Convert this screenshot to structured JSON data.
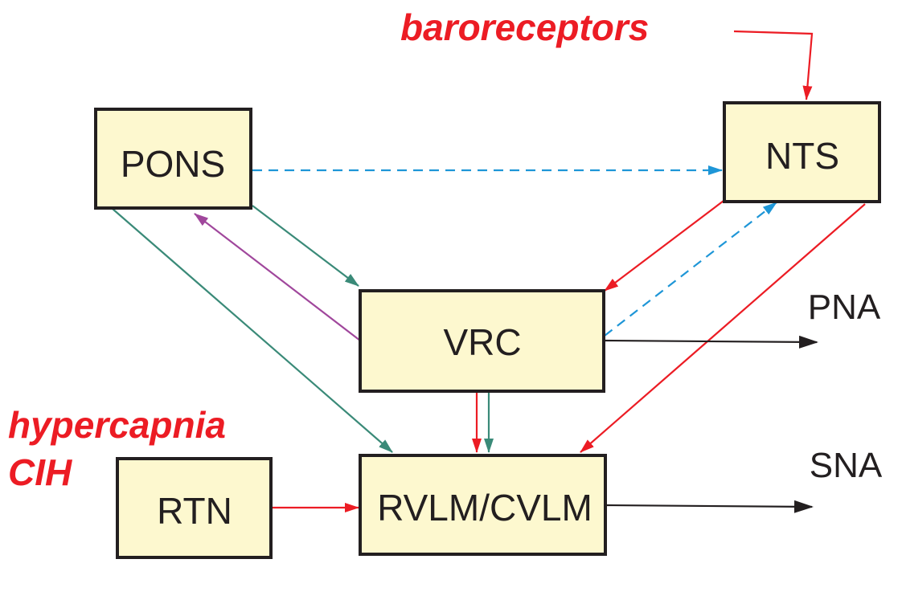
{
  "diagram": {
    "nodes": {
      "pons": "PONS",
      "nts": "NTS",
      "vrc": "VRC",
      "rtn": "RTN",
      "rvlm": "RVLM/CVLM"
    },
    "outputs": {
      "pna": "PNA",
      "sna": "SNA"
    },
    "inputs": {
      "baroreceptors": "baroreceptors",
      "hypercapnia": "hypercapnia",
      "cih": "CIH"
    },
    "colors": {
      "node_fill": "#fdf8cf",
      "border": "#231f20",
      "red": "#ec1c24",
      "teal": "#3a8a78",
      "purple": "#a0479c",
      "blue_dashed": "#1e96d7",
      "black": "#231f20"
    },
    "edges": [
      {
        "from": "baroreceptors",
        "to": "NTS",
        "color": "red",
        "style": "solid"
      },
      {
        "from": "PONS",
        "to": "NTS",
        "color": "blue",
        "style": "dashed"
      },
      {
        "from": "VRC",
        "to": "NTS",
        "color": "blue",
        "style": "dashed"
      },
      {
        "from": "NTS",
        "to": "VRC",
        "color": "red",
        "style": "solid"
      },
      {
        "from": "NTS",
        "to": "RVLM/CVLM",
        "color": "red",
        "style": "solid"
      },
      {
        "from": "PONS",
        "to": "VRC",
        "color": "teal",
        "style": "solid"
      },
      {
        "from": "VRC",
        "to": "PONS",
        "color": "purple",
        "style": "solid"
      },
      {
        "from": "PONS",
        "to": "RVLM/CVLM",
        "color": "teal",
        "style": "solid"
      },
      {
        "from": "VRC",
        "to": "RVLM/CVLM",
        "color": "red",
        "style": "solid"
      },
      {
        "from": "VRC",
        "to": "RVLM/CVLM",
        "color": "teal",
        "style": "solid"
      },
      {
        "from": "RTN",
        "to": "RVLM/CVLM",
        "color": "red",
        "style": "solid"
      },
      {
        "from": "VRC",
        "to": "PNA",
        "color": "black",
        "style": "solid"
      },
      {
        "from": "RVLM/CVLM",
        "to": "SNA",
        "color": "black",
        "style": "solid"
      }
    ]
  }
}
